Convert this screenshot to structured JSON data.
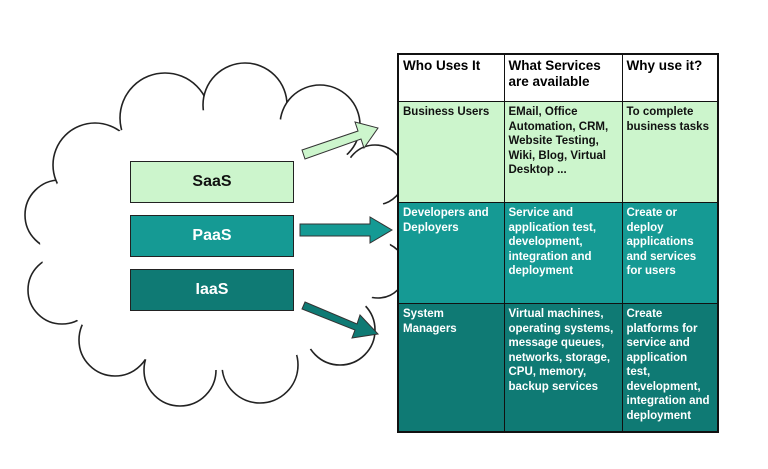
{
  "layers": {
    "saas": "SaaS",
    "paas": "PaaS",
    "iaas": "IaaS"
  },
  "table": {
    "headers": [
      "Who Uses It",
      "What Services are available",
      "Why use it?"
    ],
    "rows": [
      {
        "who": "Business Users",
        "what": "EMail, Office Automation, CRM, Website Testing, Wiki, Blog, Virtual Desktop ...",
        "why": "To complete business tasks"
      },
      {
        "who": "Developers and Deployers",
        "what": "Service and application test, development, integration and deployment",
        "why": "Create or deploy applications and services for users"
      },
      {
        "who": "System Managers",
        "what": "Virtual machines, operating systems, message queues, networks, storage, CPU, memory, backup services",
        "why": "Create platforms for service and application test, development, integration and deployment"
      }
    ]
  },
  "colors": {
    "saas": "#ccf5cc",
    "paas": "#159a94",
    "iaas": "#0f7a74"
  }
}
